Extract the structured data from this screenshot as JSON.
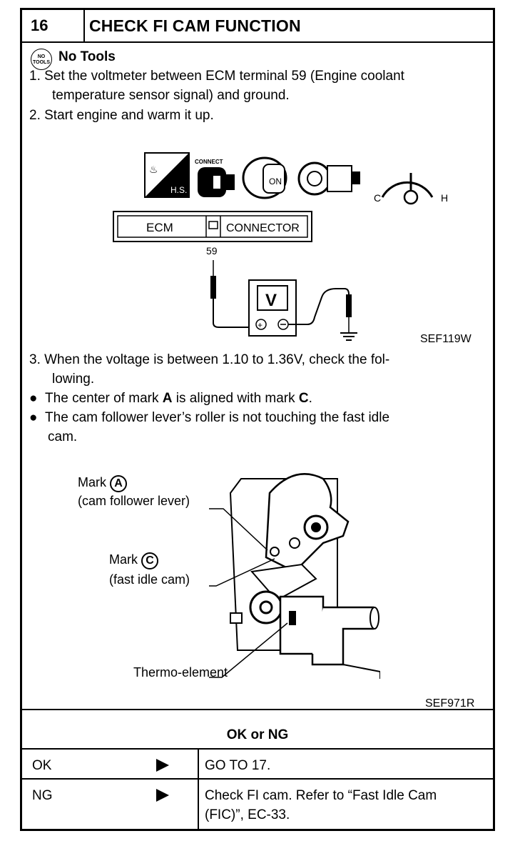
{
  "header": {
    "step_number": "16",
    "title": "CHECK FI CAM FUNCTION"
  },
  "tools": {
    "icon_text": "NO TOOLS",
    "label": "No Tools"
  },
  "steps": {
    "s1_line1": "1.  Set the voltmeter between ECM terminal 59 (Engine coolant",
    "s1_line2": "temperature sensor signal) and ground.",
    "s2": "2.  Start engine and warm it up.",
    "s3_line1": "3.  When the voltage is between 1.10 to 1.36V, check the fol-",
    "s3_line2": "lowing."
  },
  "bullets": {
    "b1_pre": "The center of mark ",
    "b1_a": "A",
    "b1_mid": " is aligned with mark ",
    "b1_c": "C",
    "b1_end": ".",
    "b2_line1": "The cam follower lever’s roller is not touching the fast idle",
    "b2_line2": "cam."
  },
  "figure1": {
    "hs_label": "H.S.",
    "connect_label": "CONNECT",
    "on_label": "ON",
    "gauge_c": "C",
    "gauge_h": "H",
    "ecm_label": "ECM",
    "connector_label": "CONNECTOR",
    "terminal": "59",
    "meter_label": "V",
    "code": "SEF119W"
  },
  "figure2": {
    "mark_a_text": "Mark",
    "mark_a_letter": "A",
    "mark_a_desc": "(cam follower lever)",
    "mark_c_text": "Mark",
    "mark_c_letter": "C",
    "mark_c_desc": "(fast idle cam)",
    "thermo_label": "Thermo-element",
    "code": "SEF971R"
  },
  "result": {
    "heading": "OK or NG",
    "rows": [
      {
        "status": "OK",
        "action_line1": "GO TO 17.",
        "action_line2": ""
      },
      {
        "status": "NG",
        "action_line1": "Check FI cam. Refer to “Fast Idle Cam",
        "action_line2": "(FIC)”, EC-33."
      }
    ]
  }
}
